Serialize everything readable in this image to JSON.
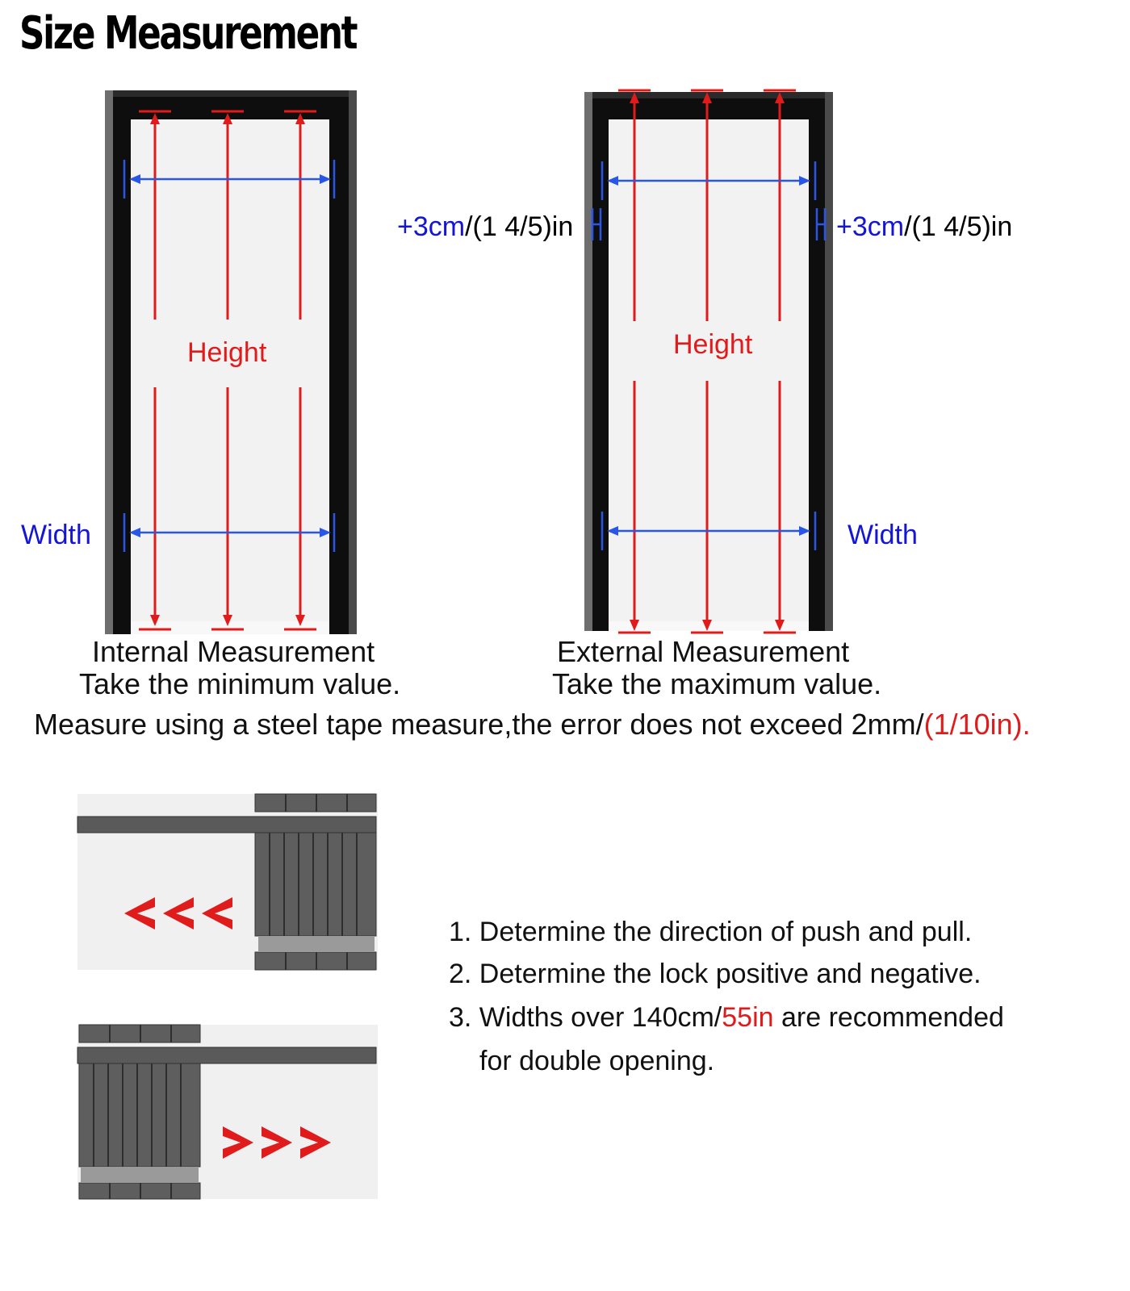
{
  "title": "Size Measurement",
  "internal": {
    "height_label": "Height",
    "width_label": "Width",
    "caption": "Internal Measurement",
    "sub_caption": "Take the minimum value."
  },
  "external": {
    "height_label": "Height",
    "width_label": "Width",
    "caption": "External Measurement",
    "sub_caption": "Take the maximum value.",
    "offset_blue": "+3cm",
    "offset_black": "/(1 4/5)in"
  },
  "note": {
    "text": "Measure using a steel tape measure,the error does not exceed 2mm/",
    "highlight": "(1/10in)."
  },
  "steps": {
    "s1": "1. Determine the direction of push and pull.",
    "s2": "2. Determine the lock positive and negative.",
    "s3_pre": "3. Widths over 140cm/",
    "s3_hl": "55in",
    "s3_post": " are recommended",
    "s3_cont": "for double opening."
  },
  "colors": {
    "blue": "#1515d6",
    "red": "#e01b1b",
    "frame": "#1c1c1c"
  },
  "icons": {
    "left_arrows": "chevron-left-red",
    "right_arrows": "chevron-right-red"
  }
}
